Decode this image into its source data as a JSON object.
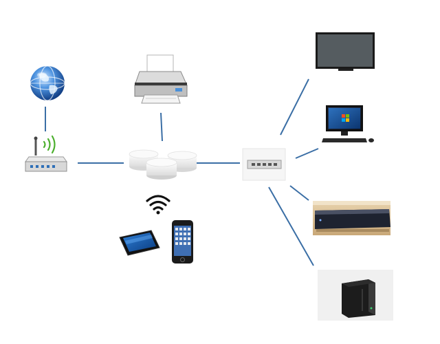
{
  "diagram": {
    "type": "home-network",
    "line_color": "#3a6ea5",
    "nodes": [
      {
        "id": "internet",
        "icon": "globe-icon"
      },
      {
        "id": "router",
        "icon": "router-icon"
      },
      {
        "id": "printer",
        "icon": "printer-icon"
      },
      {
        "id": "mesh",
        "icon": "mesh-wifi-icon"
      },
      {
        "id": "wifi",
        "icon": "wifi-icon"
      },
      {
        "id": "tablet",
        "icon": "tablet-icon"
      },
      {
        "id": "phone",
        "icon": "smartphone-icon"
      },
      {
        "id": "switch",
        "icon": "network-switch-icon"
      },
      {
        "id": "tv",
        "icon": "tv-icon"
      },
      {
        "id": "desktop",
        "icon": "desktop-computer-icon"
      },
      {
        "id": "settop",
        "icon": "set-top-box-icon"
      },
      {
        "id": "nas",
        "icon": "nas-icon"
      }
    ],
    "links": [
      [
        "internet",
        "router"
      ],
      [
        "router",
        "mesh"
      ],
      [
        "printer",
        "mesh"
      ],
      [
        "mesh",
        "switch"
      ],
      [
        "switch",
        "tv"
      ],
      [
        "switch",
        "desktop"
      ],
      [
        "switch",
        "settop"
      ],
      [
        "switch",
        "nas"
      ]
    ]
  }
}
